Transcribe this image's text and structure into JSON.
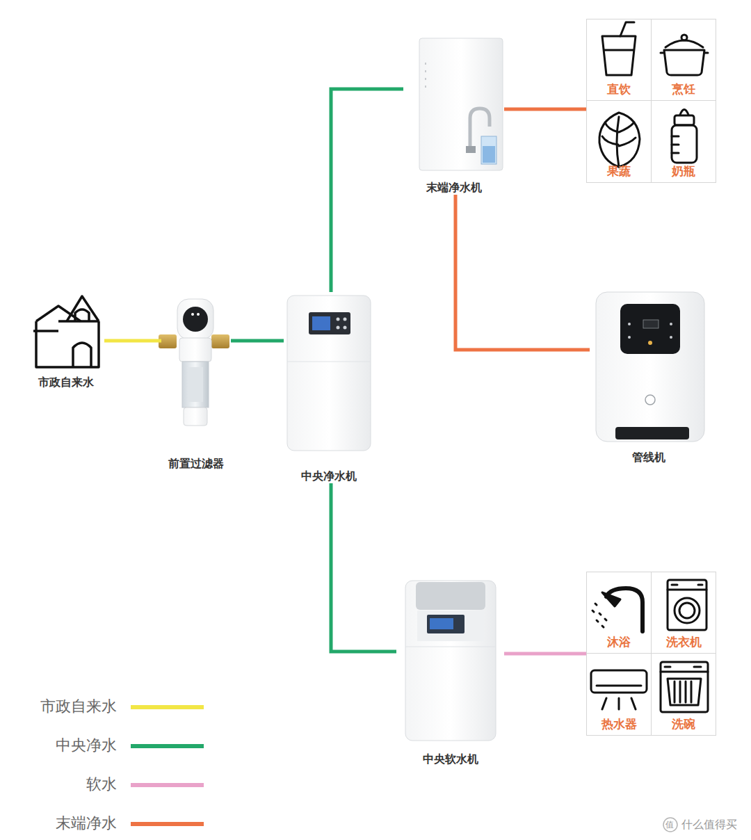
{
  "diagram": {
    "nodes": [
      {
        "text": [
          "市政自来水"
        ]
      },
      {
        "text": [
          "前置过滤器"
        ]
      },
      {
        "text": [
          "中央净水机"
        ]
      },
      {
        "text": [
          "末端净水机"
        ]
      },
      {
        "text": []
      },
      {
        "text": [
          "直饮"
        ],
        "in": 4
      },
      {
        "text": [
          "烹饪"
        ],
        "in": 4
      },
      {
        "text": [
          "果蔬"
        ],
        "in": 4
      },
      {
        "text": [
          "奶瓶"
        ],
        "in": 4
      },
      {
        "text": [
          "管线机"
        ]
      },
      {
        "text": [
          "中央软水机"
        ]
      },
      {
        "text": []
      },
      {
        "text": [
          "沐浴"
        ],
        "in": 11
      },
      {
        "text": [
          "洗衣机"
        ],
        "in": 11
      },
      {
        "text": [
          "热水器"
        ],
        "in": 11
      },
      {
        "text": [
          "洗碗"
        ],
        "in": 11
      }
    ],
    "edges": [
      {
        "from": 0,
        "to": 1,
        "arrow": "none"
      },
      {
        "from": 1,
        "to": 2,
        "arrow": "none"
      },
      {
        "from": 2,
        "to": 3,
        "arrow": "none"
      },
      {
        "from": 2,
        "to": 10,
        "arrow": "none"
      },
      {
        "from": 3,
        "to": 4,
        "arrow": "none"
      },
      {
        "from": 3,
        "to": 9,
        "arrow": "none"
      },
      {
        "from": 10,
        "to": 11,
        "arrow": "none"
      }
    ],
    "labels": [
      "值",
      "什么值得买"
    ],
    "legend": [
      {
        "text": "市政自来水",
        "color": "#f2e646"
      },
      {
        "text": "中央净水",
        "color": "#23a86a"
      },
      {
        "text": "软水",
        "color": "#e9a2c9"
      },
      {
        "text": "末端净水",
        "color": "#ee7344"
      }
    ]
  }
}
